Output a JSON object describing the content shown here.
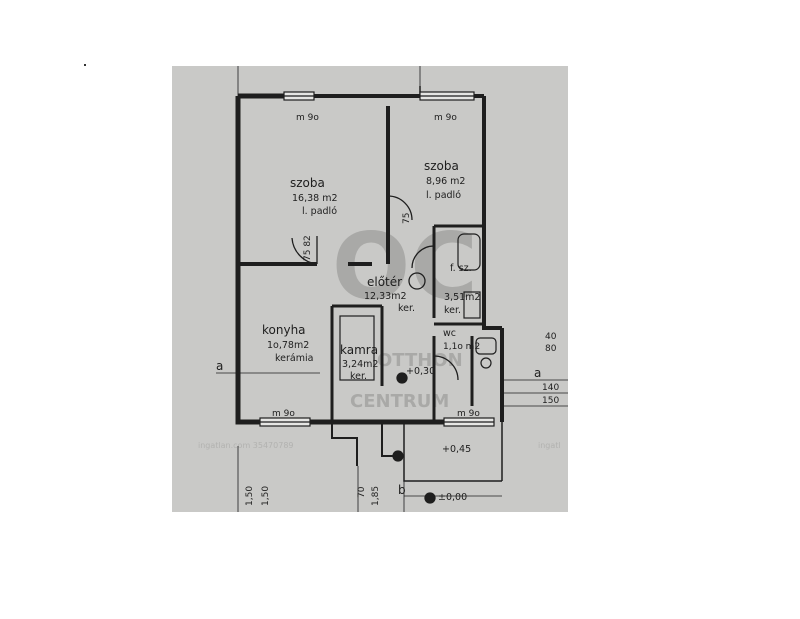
{
  "rooms": [
    {
      "name": "szoba",
      "area": "16,38 m2",
      "floor": "l. padló"
    },
    {
      "name": "szoba",
      "area": "8,96 m2",
      "floor": "l. padló"
    },
    {
      "name": "konyha",
      "area": "1o,78m2",
      "floor": "kerámia"
    },
    {
      "name": "kamra",
      "area": "3,24m2",
      "floor": "ker."
    },
    {
      "name": "előtér",
      "area": "12,33m2",
      "floor": "ker."
    },
    {
      "name": "f. sz.",
      "area": "3,51m2",
      "floor": "ker."
    },
    {
      "name": "wc",
      "area": "1,1o m2",
      "floor": ""
    }
  ],
  "window_labels": [
    "m 9o",
    "m 9o",
    "m 9o",
    "m 9o"
  ],
  "axis_labels": {
    "a_left": "a",
    "a_right": "a",
    "b": "b"
  },
  "levels": {
    "lvl1": "+0,30",
    "lvl2": "+0,45",
    "lvl3": "±0,00"
  },
  "dimensions": {
    "d_left1": "1,50",
    "d_left2": "1,50",
    "d_mid1": "70",
    "d_mid2": "1,85",
    "d_r1": "40",
    "d_r2": "80",
    "d_r3": "140",
    "d_r4": "150",
    "door_1": "75 82",
    "door_2": "75"
  },
  "watermark": {
    "logo": "OC",
    "line1": "OTTHON",
    "line2": "CENTRUM",
    "source": "ingatlan.com 35470789",
    "source_cut": "ingatl"
  }
}
